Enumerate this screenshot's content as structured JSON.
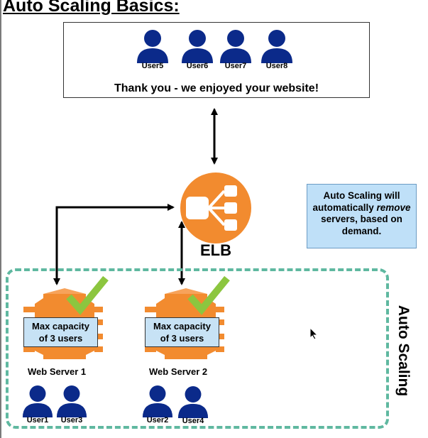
{
  "title": "Auto Scaling Basics:",
  "top_panel": {
    "message": "Thank you - we enjoyed your website!",
    "users": [
      "User5",
      "User6",
      "User7",
      "User8"
    ]
  },
  "load_balancer": {
    "label": "ELB",
    "icon": "elb-icon"
  },
  "note": {
    "line1": "Auto Scaling will",
    "line2_pre": "automatically ",
    "line2_em": "remove",
    "line3": "servers, based on",
    "line4": "demand."
  },
  "auto_scaling_group": {
    "label": "Auto Scaling",
    "servers": [
      {
        "label": "Web Server 1",
        "capacity_line1": "Max capacity",
        "capacity_line2": "of 3 users",
        "users": [
          "User1",
          "User3"
        ]
      },
      {
        "label": "Web Server 2",
        "capacity_line1": "Max capacity",
        "capacity_line2": "of 3 users",
        "users": [
          "User2",
          "User4"
        ]
      }
    ]
  },
  "colors": {
    "user": "#0b2a8a",
    "server": "#f28b2f",
    "check": "#8cc63f",
    "dashed_border": "#5fb8a0",
    "note_bg": "#bfe0f8"
  }
}
